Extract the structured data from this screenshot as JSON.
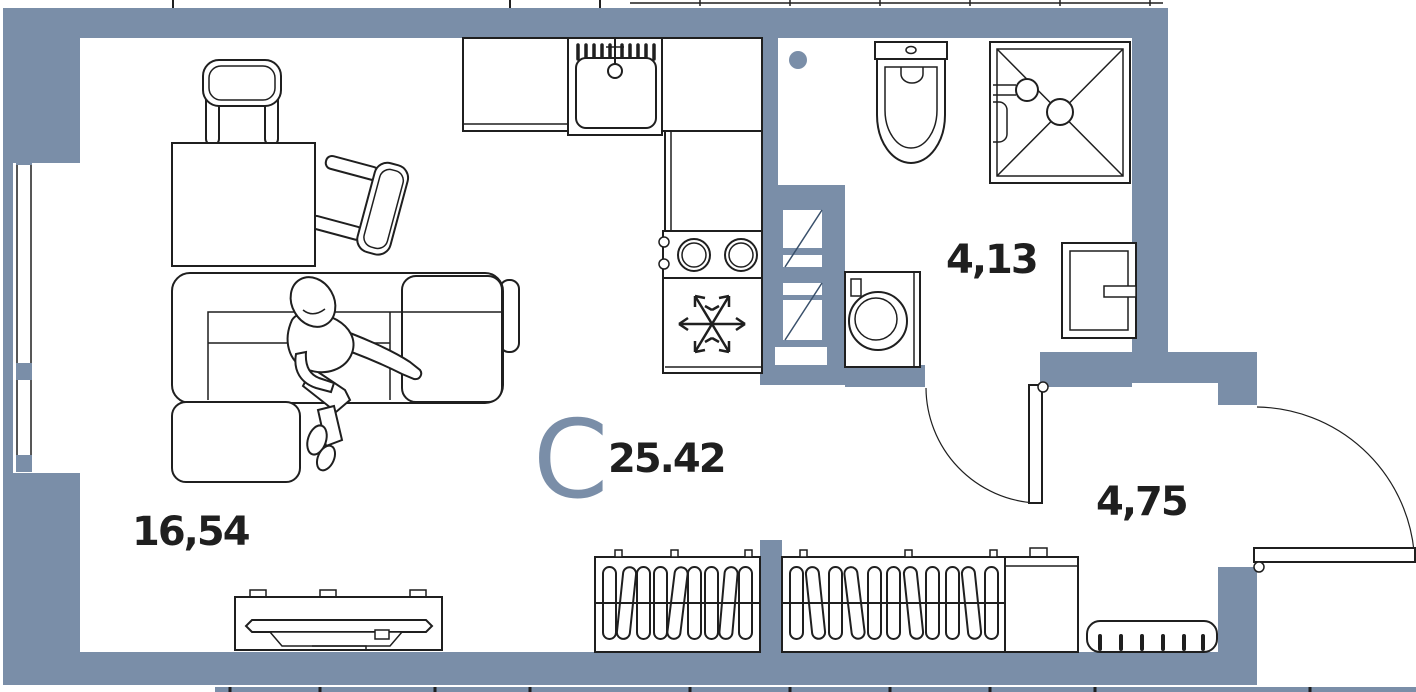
{
  "title": "Studio apartment floor plan",
  "unit": {
    "label": "C",
    "total_area": "25.42"
  },
  "areas": {
    "living_room": "16,54",
    "bathroom": "4,13",
    "hallway": "4,75"
  },
  "colors": {
    "wall": "#7a8ea8",
    "line": "#1f1f1f",
    "accent": "#7a8ea8",
    "background": "#ffffff"
  },
  "fixtures": [
    "window",
    "desk",
    "office-chair",
    "lounge-chair",
    "corner-sofa",
    "person",
    "tv-stand",
    "kitchen-counter",
    "kitchen-sink",
    "stove",
    "refrigerator",
    "vent-shaft",
    "toilet",
    "shower",
    "bathroom-sink",
    "washing-machine",
    "wardrobe-left",
    "wardrobe-right",
    "hallway-cabinet",
    "shoe-rack",
    "bathroom-door",
    "entrance-door"
  ]
}
